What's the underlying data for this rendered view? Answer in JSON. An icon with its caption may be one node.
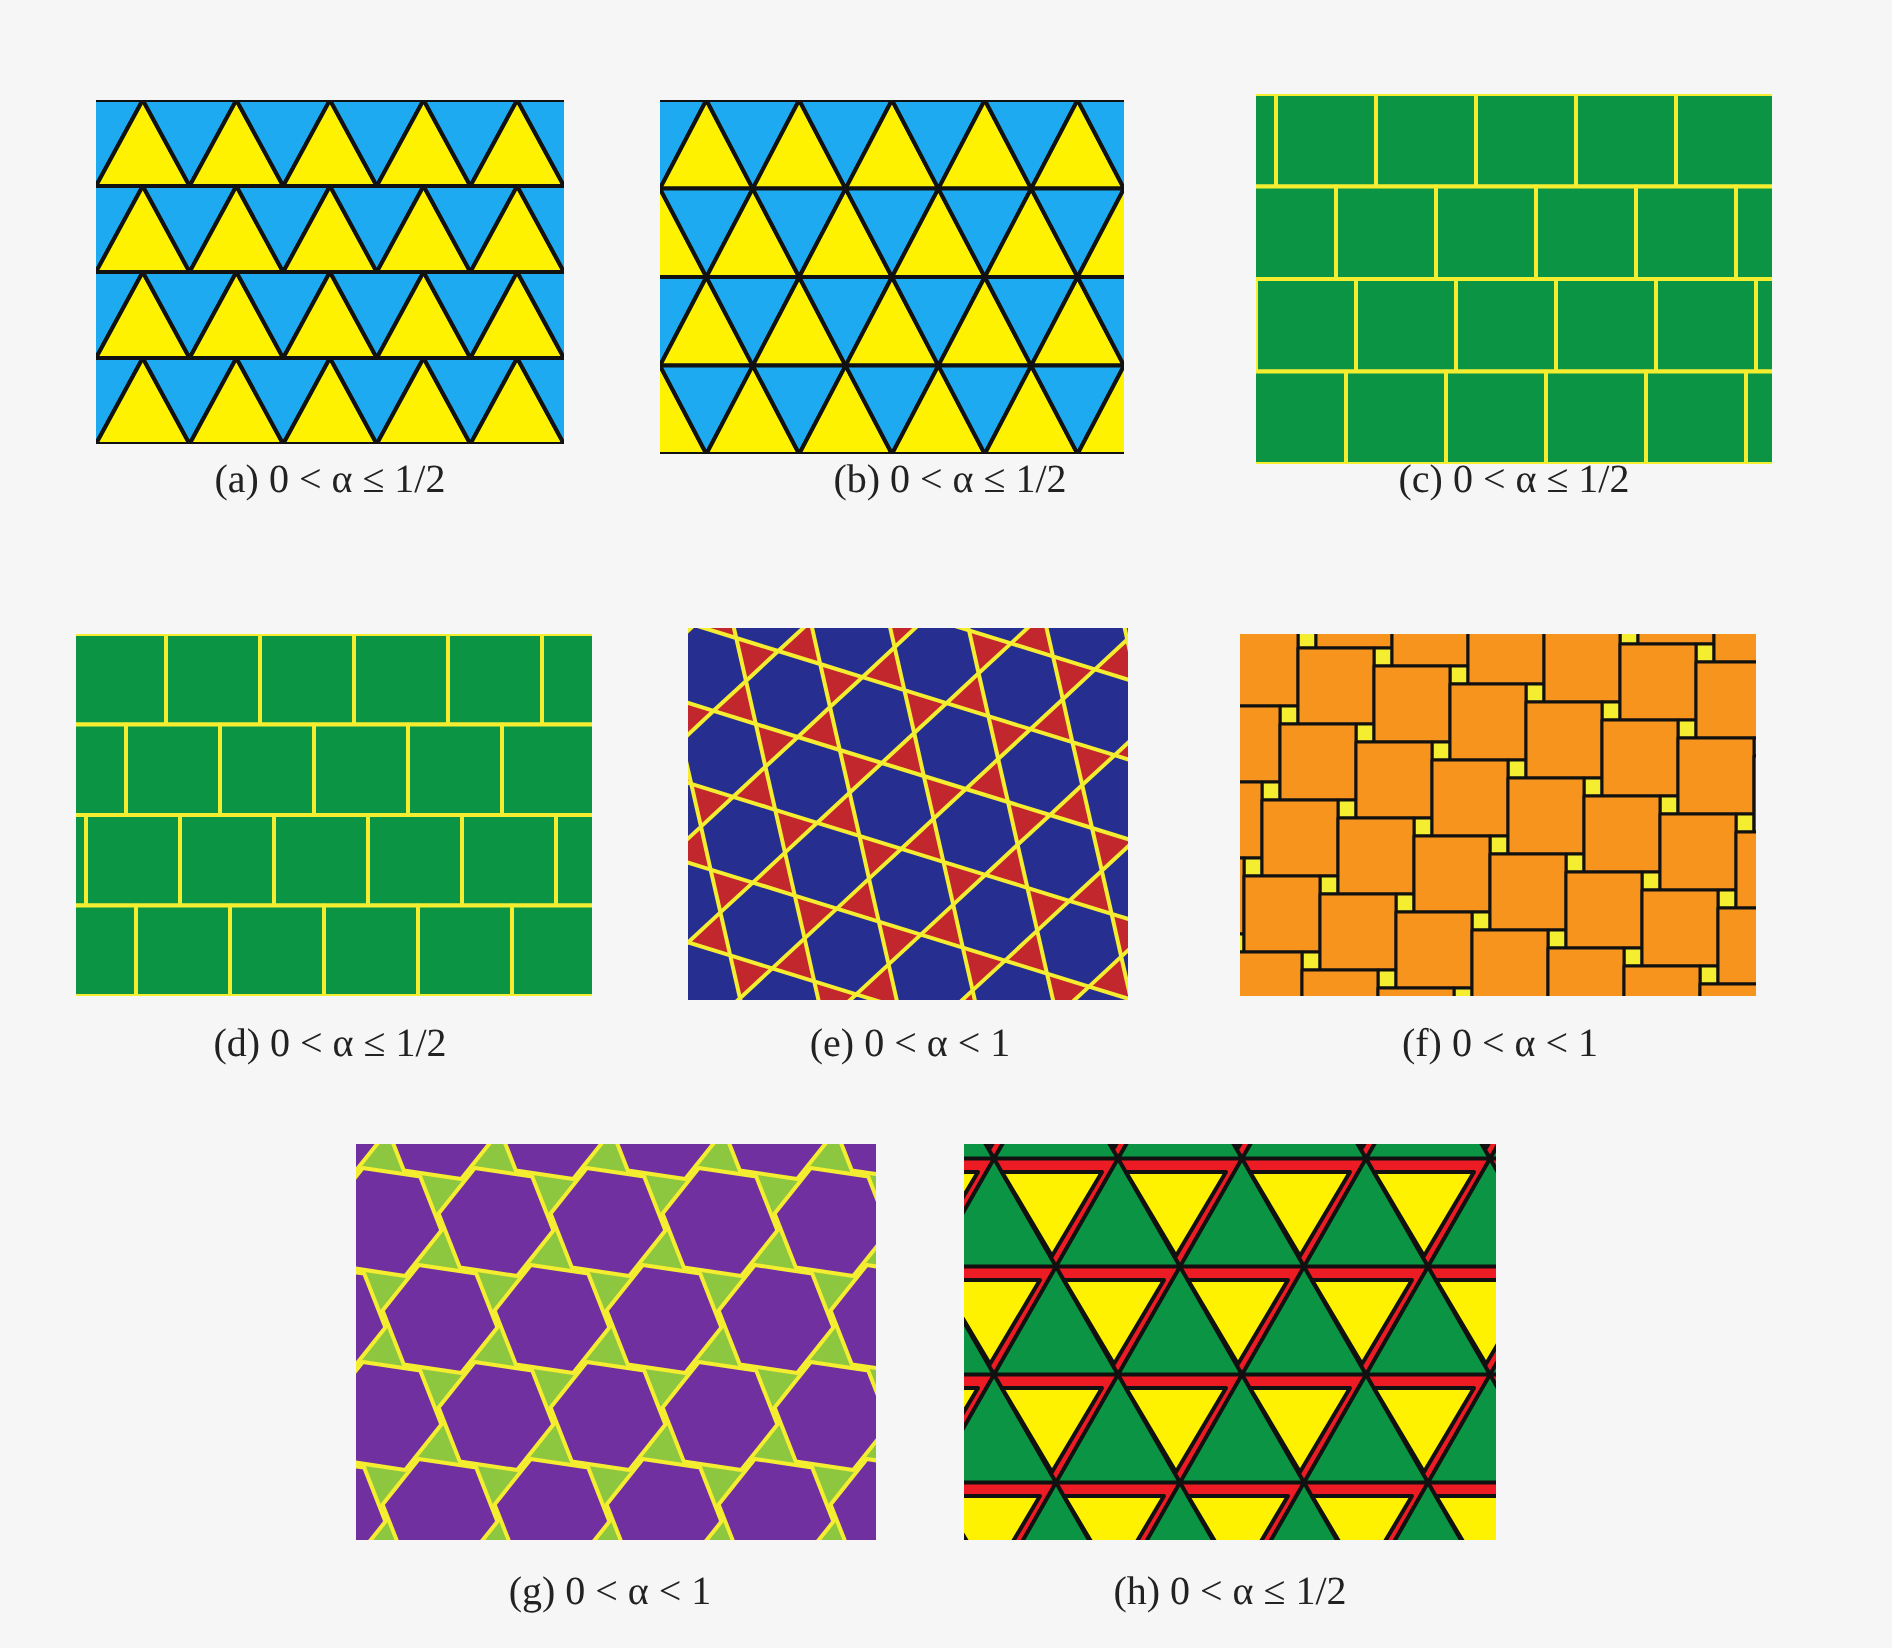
{
  "diagram": {
    "labels": [
      "(a) 0 < α ≤ 1/2",
      "(b) 0 < α ≤ 1/2",
      "(c) 0 < α ≤ 1/2",
      "(d) 0 < α ≤ 1/2",
      "(e) 0 < α < 1",
      "(f) 0 < α < 1",
      "(g) 0 < α < 1",
      "(h) 0 < α ≤ 1/2"
    ]
  }
}
